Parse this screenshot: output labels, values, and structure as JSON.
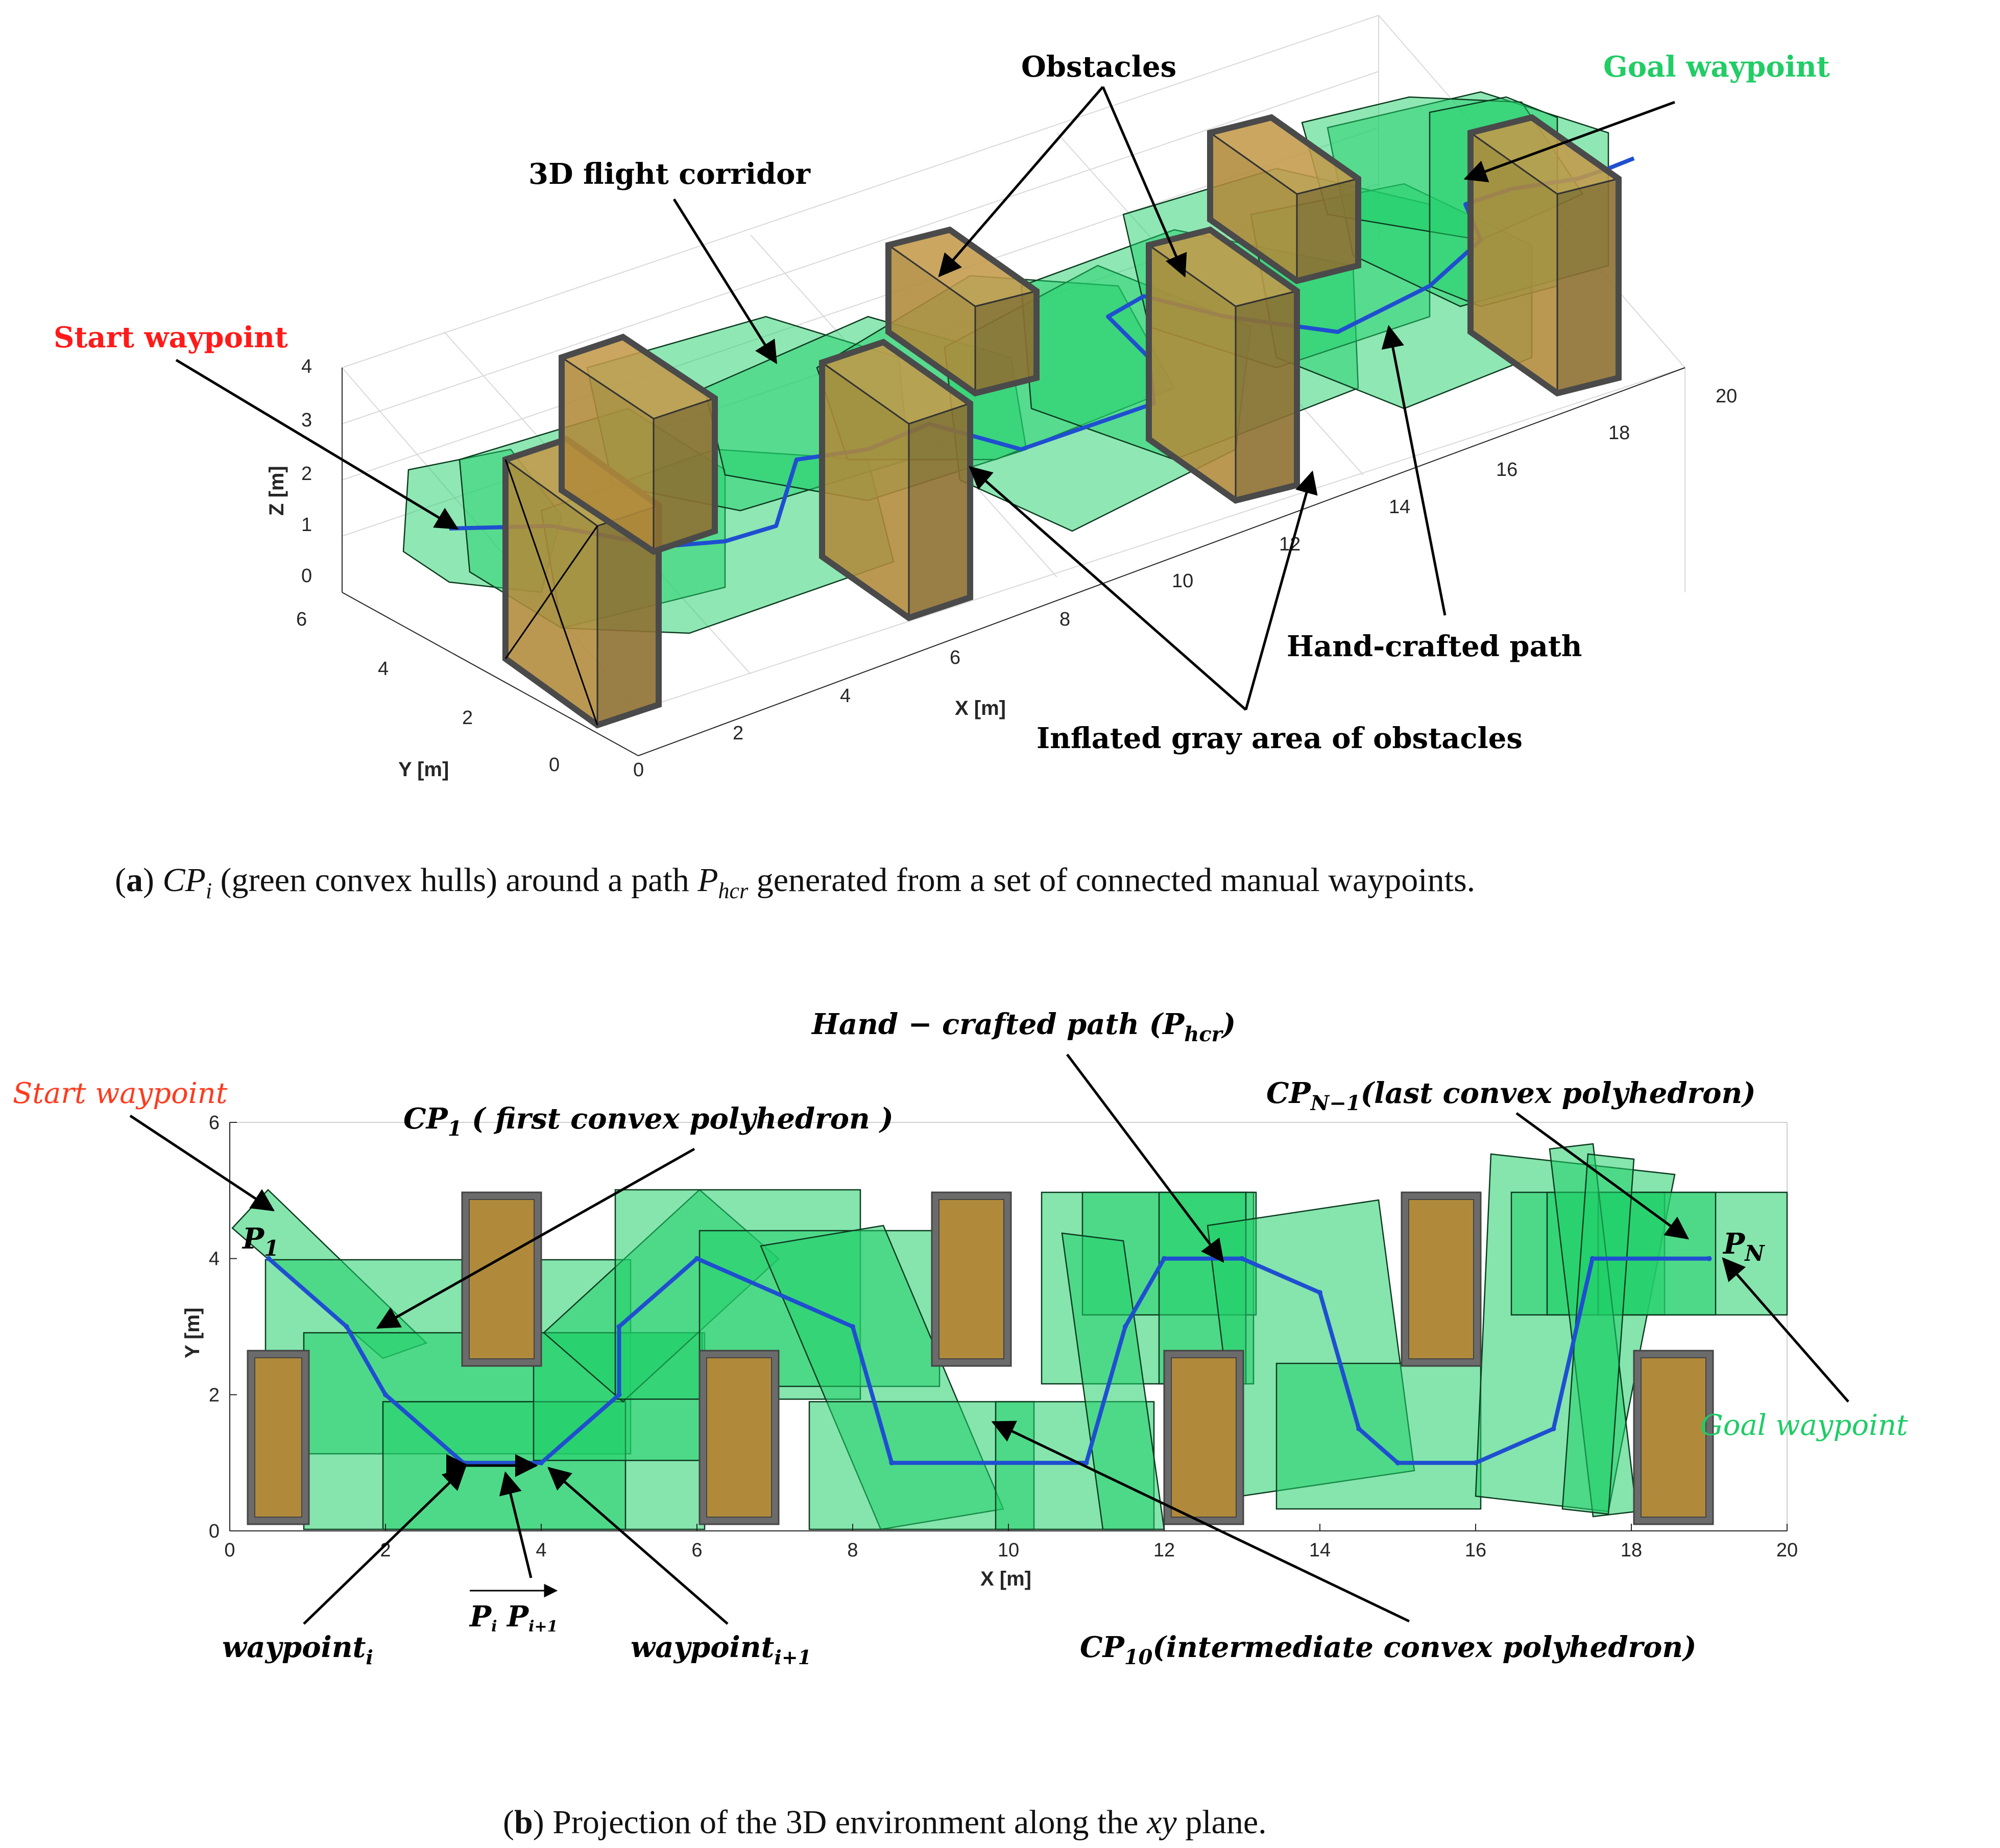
{
  "panel_a": {
    "annotations": {
      "obstacles": "Obstacles",
      "goal": "Goal waypoint",
      "corridor": "3D flight corridor",
      "start": "Start waypoint",
      "path": "Hand-crafted path",
      "inflated": "Inflated gray area of obstacles"
    },
    "axes": {
      "xlabel": "X [m]",
      "ylabel": "Y [m]",
      "zlabel": "Z [m]",
      "x_ticks": [
        "0",
        "2",
        "4",
        "6",
        "8",
        "10",
        "12",
        "14",
        "16",
        "18",
        "20"
      ],
      "y_ticks": [
        "0",
        "2",
        "4",
        "6"
      ],
      "z_ticks": [
        "0",
        "1",
        "2",
        "3",
        "4"
      ]
    },
    "caption": {
      "label": "a",
      "text_pre": "CP",
      "sub_i": "i",
      "text_mid": " (green convex hulls) around a path ",
      "text_P": "P",
      "sub_hcr": "hcr",
      "text_post": " generated from a set of connected manual waypoints."
    }
  },
  "panel_b": {
    "annotations": {
      "path_title": "Hand − crafted path (P",
      "path_title_sub": "hcr",
      "path_title_end": ")",
      "start": "Start waypoint",
      "cp1": "CP",
      "cp1_sub": "1",
      "cp1_text": "( first convex polyhedron )",
      "cpn": "CP",
      "cpn_sub": "N−1",
      "cpn_text": "(last convex polyhedron)",
      "p1": "P",
      "p1_sub": "1",
      "pn": "P",
      "pn_sub": "N",
      "goal": "Goal waypoint",
      "wp_i": "waypoint",
      "wp_i_sub": "i",
      "wp_i1": "waypoint",
      "wp_i1_sub": "i+1",
      "vec_p": "P",
      "vec_i": "i",
      "vec_p2": "P",
      "vec_i1": "i+1",
      "cp10": "CP",
      "cp10_sub": "10",
      "cp10_text": "(intermediate convex polyhedron)"
    },
    "axes": {
      "xlabel": "X [m]",
      "ylabel": "Y [m]",
      "x_ticks": [
        "0",
        "2",
        "4",
        "6",
        "8",
        "10",
        "12",
        "14",
        "16",
        "18",
        "20"
      ],
      "y_ticks": [
        "0",
        "2",
        "4",
        "6"
      ]
    },
    "chart_data": {
      "type": "line",
      "series": [
        {
          "x": [
            0.5,
            1.5,
            2,
            3,
            4,
            5,
            5,
            6,
            8,
            8.5,
            11,
            11.5,
            12,
            13,
            14,
            14.5,
            15,
            16,
            17,
            17.5,
            19
          ],
          "y": [
            4,
            3,
            2,
            1,
            1,
            2,
            3,
            4,
            3,
            1,
            1,
            3,
            4,
            4,
            3.5,
            1.5,
            1,
            1,
            1.5,
            4,
            4
          ]
        }
      ],
      "xlim": [
        0,
        20
      ],
      "ylim": [
        0,
        6
      ]
    },
    "caption": {
      "label": "b",
      "text_pre": " Projection of the 3D environment along the ",
      "text_xy": "xy",
      "text_post": " plane."
    }
  },
  "colors": {
    "hull": "#20d06a",
    "obstacle": "#b08a3a",
    "inflated": "#6b6b6b",
    "path": "#1f4fd0",
    "start": "#ff1a1a",
    "goal": "#22cc66"
  }
}
